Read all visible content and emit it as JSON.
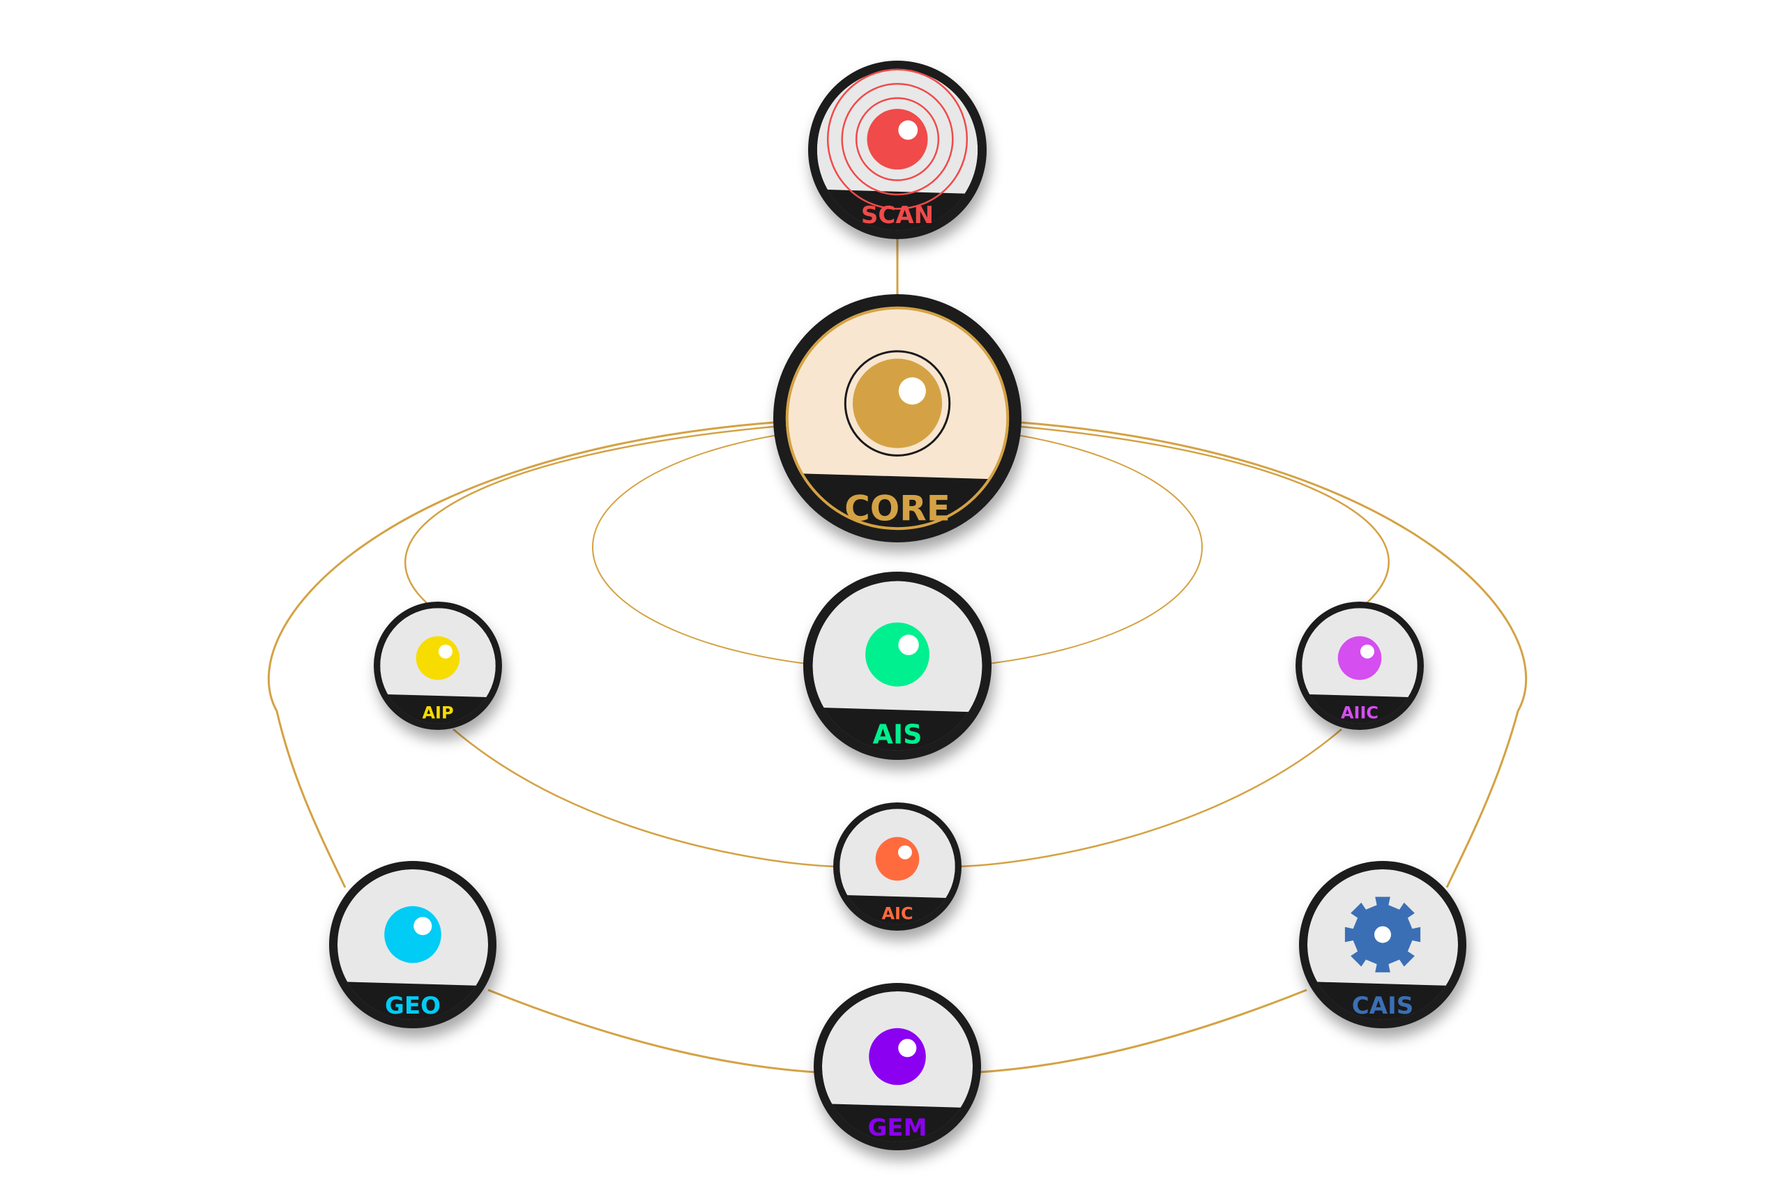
{
  "diagram": {
    "connector_color": "#d4a244",
    "node_border_color": "#1a1a1a",
    "node_fill": "#e8e8e8",
    "nodes": [
      {
        "id": "scan",
        "label": "SCAN",
        "color": "#f04a4a",
        "icon": "radar-target-icon"
      },
      {
        "id": "core",
        "label": "CORE",
        "color": "#d4a244",
        "icon": "ringed-orb-icon"
      },
      {
        "id": "aip",
        "label": "AIP",
        "color": "#f7dc00",
        "icon": "orb-icon"
      },
      {
        "id": "ais",
        "label": "AIS",
        "color": "#00f08f",
        "icon": "orb-icon"
      },
      {
        "id": "aiic",
        "label": "AIIC",
        "color": "#d54ef0",
        "icon": "orb-icon"
      },
      {
        "id": "aic",
        "label": "AIC",
        "color": "#ff6b3d",
        "icon": "orb-icon"
      },
      {
        "id": "geo",
        "label": "GEO",
        "color": "#00ccf5",
        "icon": "orb-icon"
      },
      {
        "id": "gem",
        "label": "GEM",
        "color": "#8b00f0",
        "icon": "orb-icon"
      },
      {
        "id": "cais",
        "label": "CAIS",
        "color": "#3b6fb5",
        "icon": "gear-icon"
      }
    ]
  }
}
